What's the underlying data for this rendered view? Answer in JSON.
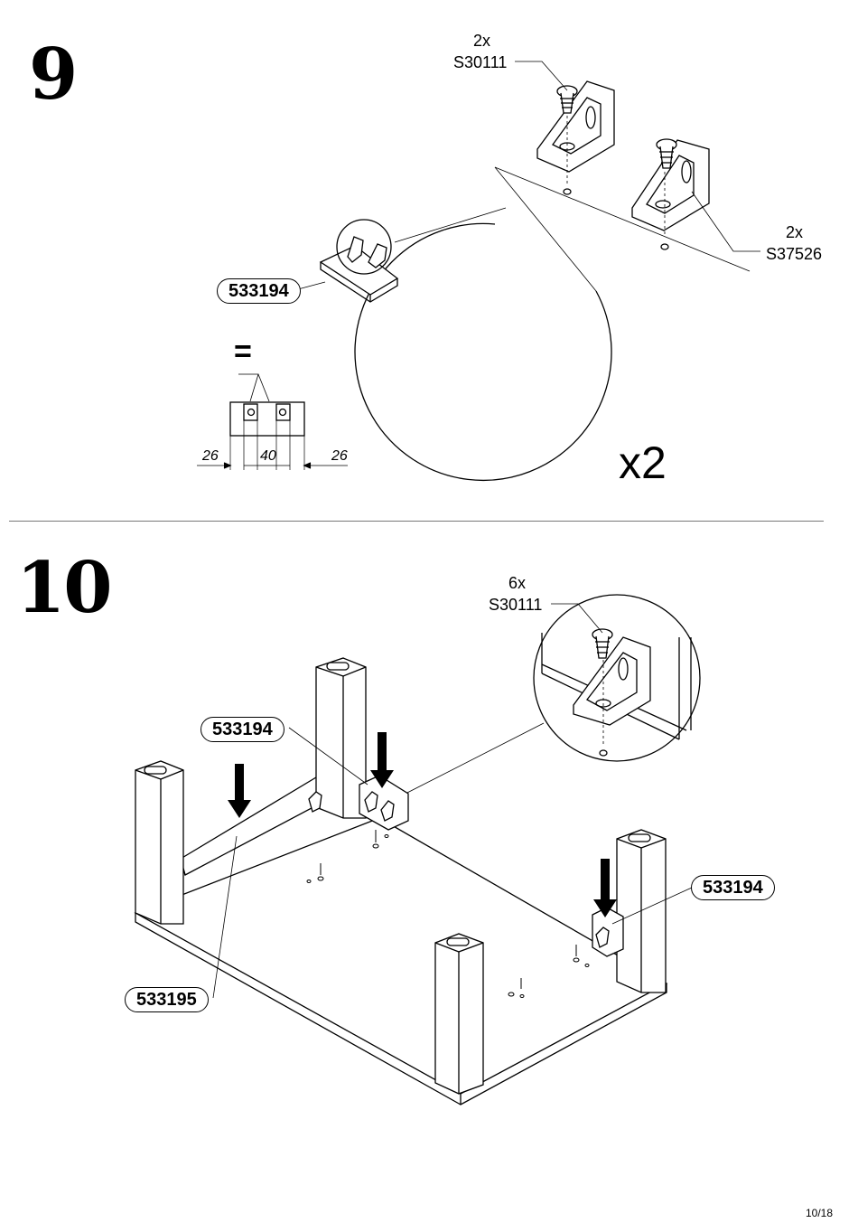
{
  "page": {
    "page_number": "10/18"
  },
  "step9": {
    "number": "9",
    "screw_qty": "2x",
    "screw_code": "S30111",
    "bracket_qty": "2x",
    "bracket_code": "S37526",
    "part_label": "533194",
    "equals": "=",
    "dims": [
      "26",
      "40",
      "26"
    ],
    "multiplier": "x2"
  },
  "step10": {
    "number": "10",
    "screw_qty": "6x",
    "screw_code": "S30111",
    "part_label_a": "533194",
    "part_label_b": "533194",
    "part_label_c": "533195"
  }
}
